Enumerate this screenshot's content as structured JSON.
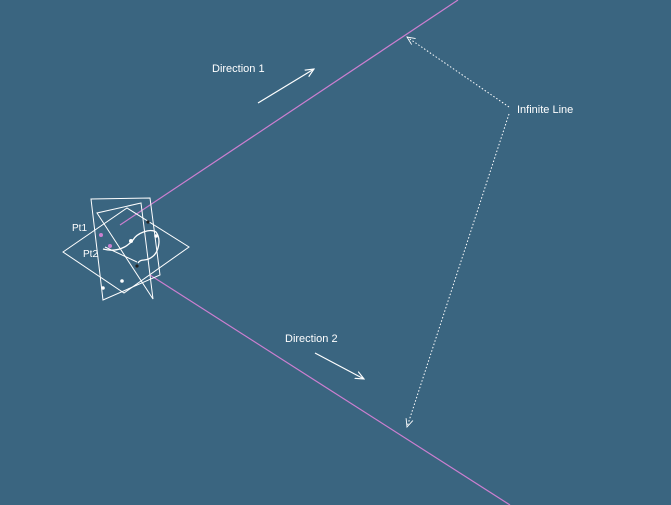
{
  "labels": {
    "direction1": "Direction 1",
    "direction2": "Direction 2",
    "infinite_line": "Infinite Line",
    "pt1": "Pt1",
    "pt2": "Pt2"
  },
  "colors": {
    "background": "#3a6580",
    "infinite_line": "#cc7fd0",
    "wireframe": "#ffffff",
    "leader": "#ffffff"
  },
  "icons": {
    "direction1_arrow": "arrow-right-up",
    "direction2_arrow": "arrow-right-down",
    "leader_arrows": "dotted-double-arrow"
  }
}
